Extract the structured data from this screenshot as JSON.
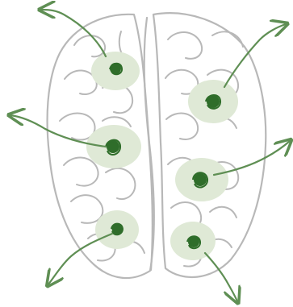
{
  "illustration": {
    "subject": "brain-sketch",
    "colors": {
      "outline": "#b8b8b8",
      "glow": "#dfe9d6",
      "node": "#2f6d2a",
      "arrow": "#5f8f54"
    },
    "hemispheres": [
      "left",
      "right"
    ],
    "active_spot_count": 6,
    "arrow_count": 6
  }
}
